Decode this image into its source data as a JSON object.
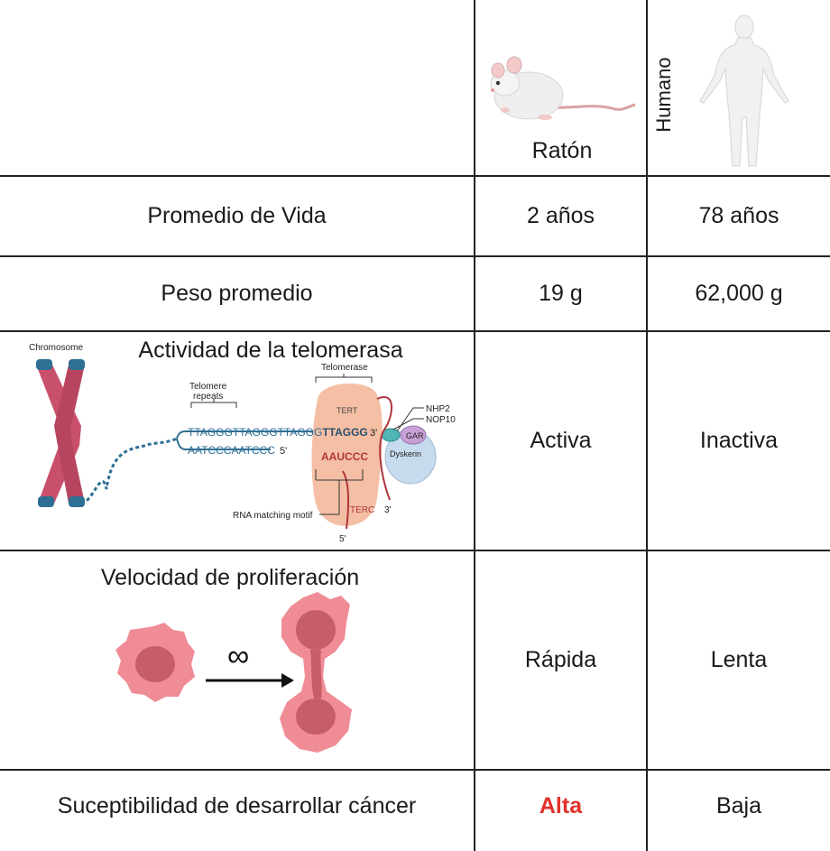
{
  "header": {
    "mouse_label": "Ratón",
    "human_label": "Humano"
  },
  "rows": [
    {
      "label": "Promedio de Vida",
      "mouse": "2 años",
      "human": "78 años"
    },
    {
      "label": "Peso promedio",
      "mouse": "19 g",
      "human": "62,000 g"
    },
    {
      "label": "Actividad de la telomerasa",
      "mouse": "Activa",
      "human": "Inactiva"
    },
    {
      "label": "Velocidad de proliferación",
      "mouse": "Rápida",
      "human": "Lenta"
    },
    {
      "label": "Suceptibilidad de desarrollar cáncer",
      "mouse": "Alta",
      "human": "Baja"
    }
  ],
  "telomerase_diagram": {
    "chromosome": "Chromosome",
    "telomere_repeats_1": "Telomere",
    "telomere_repeats_2": "repeats",
    "telomerase": "Telomerase",
    "tert": "TERT",
    "nhp2": "NHP2",
    "nop10": "NOP10",
    "gar": "GAR",
    "dyskerin": "Dyskerin",
    "top_strand_a": "TTAGGGTTAGGGTTAGGG",
    "top_strand_b": "TTAGGG",
    "three_prime": "3'",
    "bottom_strand": "AATCCCAATCCC",
    "five_prime": "5'",
    "template": "AAUCCC",
    "rna_motif": "RNA matching motif",
    "terc": "TERC",
    "terc_3": "3'",
    "terc_5": "5'"
  },
  "proliferation_diagram": {
    "symbol": "∞"
  },
  "colors": {
    "alta": "#e0322a",
    "chromosome": "#c9506b",
    "centromere": "#2f6f93",
    "cell": "#f08c95",
    "nucleus": "#c65d69"
  }
}
